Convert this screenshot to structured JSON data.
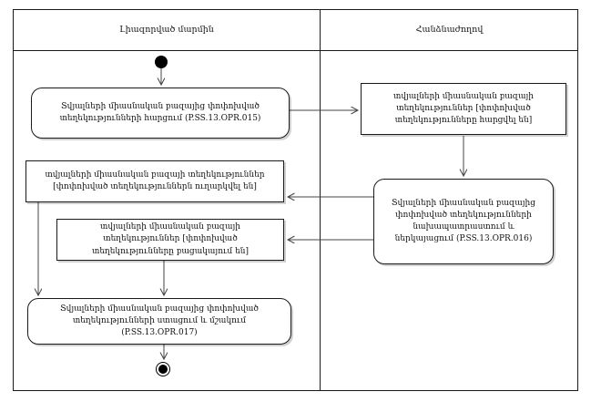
{
  "diagram": {
    "lane_headers": [
      {
        "title": "Լիազորված մարմին"
      },
      {
        "title": "Հանձնաժողով"
      }
    ],
    "nodes": {
      "query_action": {
        "label": "Տվյալների միասնական բազայից փոփոխված տեղեկությունների հարցում (P.SS.13.OPR.015)"
      },
      "info_requested_object": {
        "label": "տվյալների միասնական բազայի տեղեկություններ [փոփոխված տեղեկությունները հարցվել են]"
      },
      "prepare_present_action": {
        "label": "Տվյալների միասնական բազայից փոփոխված տեղեկությունների նախապատրաստում և ներկայացում (P.SS.13.OPR.016)"
      },
      "info_sent_object": {
        "label": "տվյալների միասնական բազայի տեղեկություններ [փոփոխված տեղեկություններն ուղարկվել են]"
      },
      "info_absent_object": {
        "label": "տվյալների միասնական բազայի տեղեկություններ [փոփոխված տեղեկությունները բացակայում են]"
      },
      "receive_process_action": {
        "label": "Տվյալների միասնական բազայից փոփոխված տեղեկությունների ստացում և մշակում (P.SS.13.OPR.017)"
      }
    },
    "colors": {
      "border": "#1a1a1a",
      "line": "#444444",
      "background": "#ffffff"
    }
  }
}
